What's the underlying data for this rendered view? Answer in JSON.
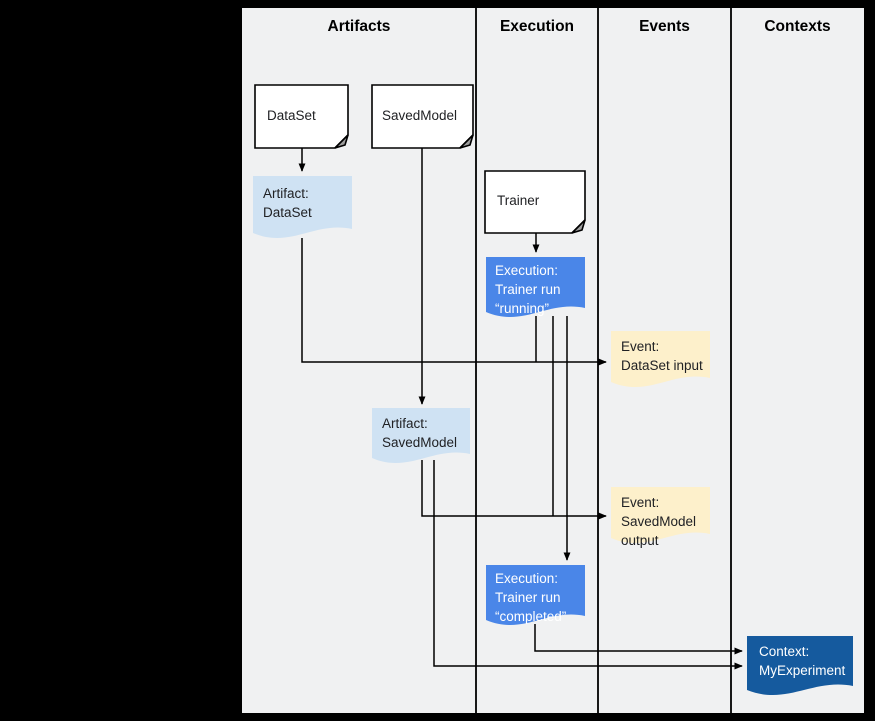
{
  "diagram": {
    "title_columns": [
      {
        "label": "Artifacts"
      },
      {
        "label": "Execution"
      },
      {
        "label": "Events"
      },
      {
        "label": "Contexts"
      }
    ],
    "colors": {
      "frame": "#000000",
      "background": "#f0f1f2",
      "node_white": "#ffffff",
      "node_light_blue": "#cfe2f3",
      "node_blue": "#4a86e8",
      "node_yellow": "#fdf0cb",
      "node_dark_blue": "#155a9e",
      "fold_shade": "#9e9e9e",
      "line": "#000000",
      "text_dark": "#202124",
      "text_light": "#ffffff"
    },
    "nodes": {
      "dataset": {
        "lines": [
          "DataSet"
        ]
      },
      "savedmodel": {
        "lines": [
          "SavedModel"
        ]
      },
      "trainer": {
        "lines": [
          "Trainer"
        ]
      },
      "artifact_dataset": {
        "lines": [
          "Artifact:",
          "DataSet"
        ]
      },
      "execution_running": {
        "lines": [
          "Execution:",
          "Trainer run",
          "“running”"
        ]
      },
      "event_dataset_input": {
        "lines": [
          "Event:",
          "DataSet input"
        ]
      },
      "artifact_savedmodel": {
        "lines": [
          "Artifact:",
          "SavedModel"
        ]
      },
      "event_savedmodel_output": {
        "lines": [
          "Event:",
          "SavedModel",
          "output"
        ]
      },
      "execution_completed": {
        "lines": [
          "Execution:",
          "Trainer run",
          "“completed”"
        ]
      },
      "context_myexperiment": {
        "lines": [
          "Context:",
          "MyExperiment"
        ]
      }
    },
    "edges": [
      {
        "from": "DataSet",
        "to": "Artifact: DataSet"
      },
      {
        "from": "SavedModel",
        "to": "Artifact: SavedModel"
      },
      {
        "from": "Trainer",
        "to": "Execution: Trainer run “running”"
      },
      {
        "from": "Artifact: DataSet",
        "to": "Event: DataSet input"
      },
      {
        "from": "Execution: Trainer run “running”",
        "to": "Event: DataSet input"
      },
      {
        "from": "Execution: Trainer run “running”",
        "to": "Event: SavedModel output"
      },
      {
        "from": "Execution: Trainer run “running”",
        "to": "Execution: Trainer run “completed”"
      },
      {
        "from": "Artifact: SavedModel",
        "to": "Event: SavedModel output"
      },
      {
        "from": "Execution: Trainer run “completed”",
        "to": "Context: MyExperiment"
      },
      {
        "from": "Artifact: SavedModel",
        "to": "Context: MyExperiment"
      }
    ]
  }
}
